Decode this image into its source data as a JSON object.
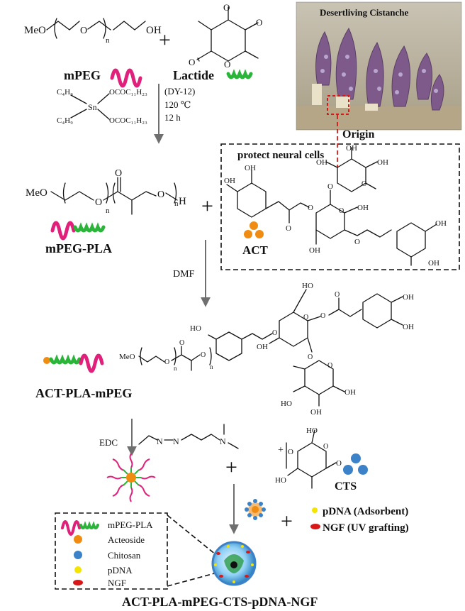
{
  "step1": {
    "mpeg_label": "mPEG",
    "lactide_label": "Lactide",
    "plus": "+",
    "catalyst_code": "(DY-12)",
    "temperature": "120 ℃",
    "time": "12 h",
    "meo": "MeO",
    "oh": "OH",
    "o": "O",
    "n": "n",
    "sn": "Sn",
    "c4h9": "C₄H₉",
    "ococ": "OCOC₁₁H₂₃"
  },
  "photo": {
    "title": "Desertliving Cistanche",
    "origin_label": "Origin"
  },
  "step2": {
    "product_label": "mPEG-PLA",
    "plus": "+",
    "h": "H",
    "act_box_title": "protect neural cells",
    "act_label": "ACT",
    "oh": "OH",
    "o": "O",
    "meo": "MeO",
    "n": "n"
  },
  "step3": {
    "reagent": "DMF",
    "product_label": "ACT-PLA-mPEG",
    "ho": "HO",
    "oh": "OH",
    "meo": "MeO",
    "o": "O",
    "n": "n"
  },
  "step4": {
    "reagent": "EDC",
    "plus1": "+",
    "plus2": "+",
    "cts_label": "CTS",
    "pdna_label": "pDNA (Adsorbent)",
    "ngf_label": "NGF (UV grafting)",
    "n_atom": "N",
    "ho": "HO",
    "oh": "OH",
    "o": "O"
  },
  "legend": {
    "items": [
      {
        "label": "mPEG-PLA"
      },
      {
        "label": "Acteoside"
      },
      {
        "label": "Chitosan"
      },
      {
        "label": "pDNA"
      },
      {
        "label": "NGF"
      }
    ]
  },
  "final": {
    "product_label": "ACT-PLA-mPEG-CTS-pDNA-NGF"
  },
  "colors": {
    "peg": "#e0207a",
    "pla": "#2bb43a",
    "acteoside": "#f08c12",
    "chitosan": "#3b82c8",
    "pdna": "#f5e400",
    "ngf": "#d81818",
    "arrow": "#6f6f6f"
  }
}
